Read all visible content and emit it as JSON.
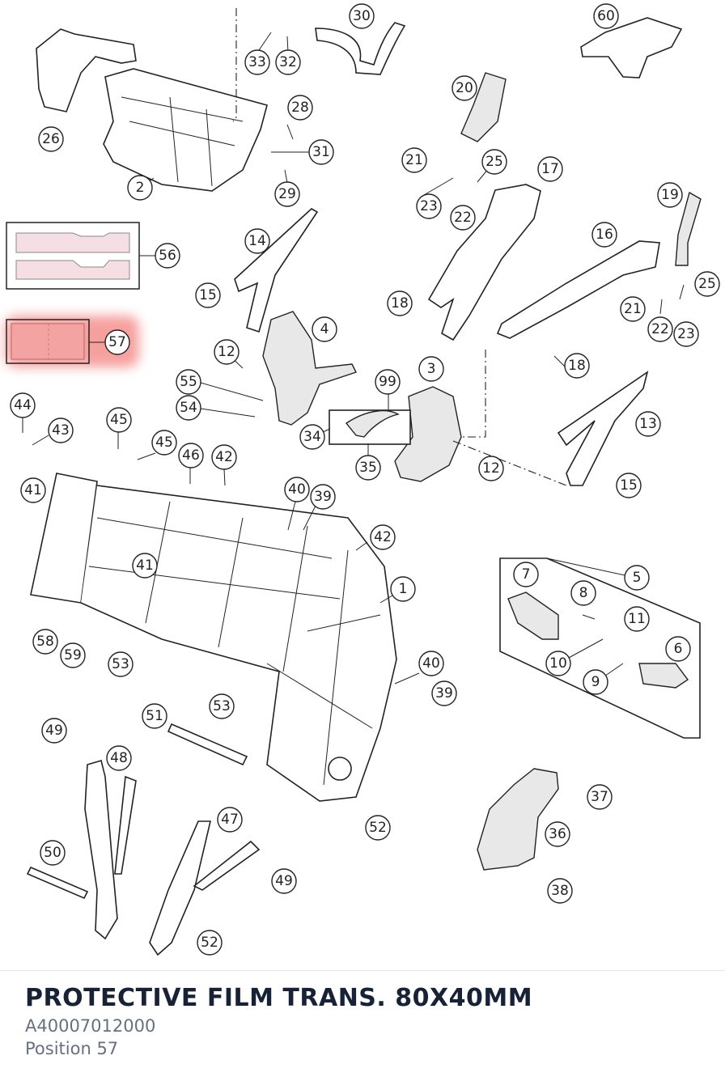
{
  "diagram": {
    "callouts": [
      "1",
      "2",
      "3",
      "4",
      "5",
      "6",
      "7",
      "8",
      "9",
      "10",
      "11",
      "12",
      "12",
      "13",
      "14",
      "15",
      "15",
      "16",
      "17",
      "18",
      "18",
      "19",
      "20",
      "21",
      "21",
      "22",
      "22",
      "23",
      "23",
      "25",
      "25",
      "26",
      "28",
      "29",
      "30",
      "31",
      "32",
      "33",
      "34",
      "35",
      "36",
      "37",
      "38",
      "39",
      "39",
      "40",
      "40",
      "41",
      "41",
      "42",
      "42",
      "43",
      "44",
      "45",
      "45",
      "46",
      "46",
      "47",
      "48",
      "49",
      "49",
      "50",
      "51",
      "52",
      "52",
      "53",
      "53",
      "54",
      "55",
      "56",
      "57",
      "58",
      "59",
      "60",
      "99"
    ],
    "highlighted_position": "57",
    "highlight_color": "#ef5350"
  },
  "part": {
    "title": "PROTECTIVE FILM TRANS. 80X40MM",
    "number": "A40007012000",
    "position_label": "Position 57"
  }
}
